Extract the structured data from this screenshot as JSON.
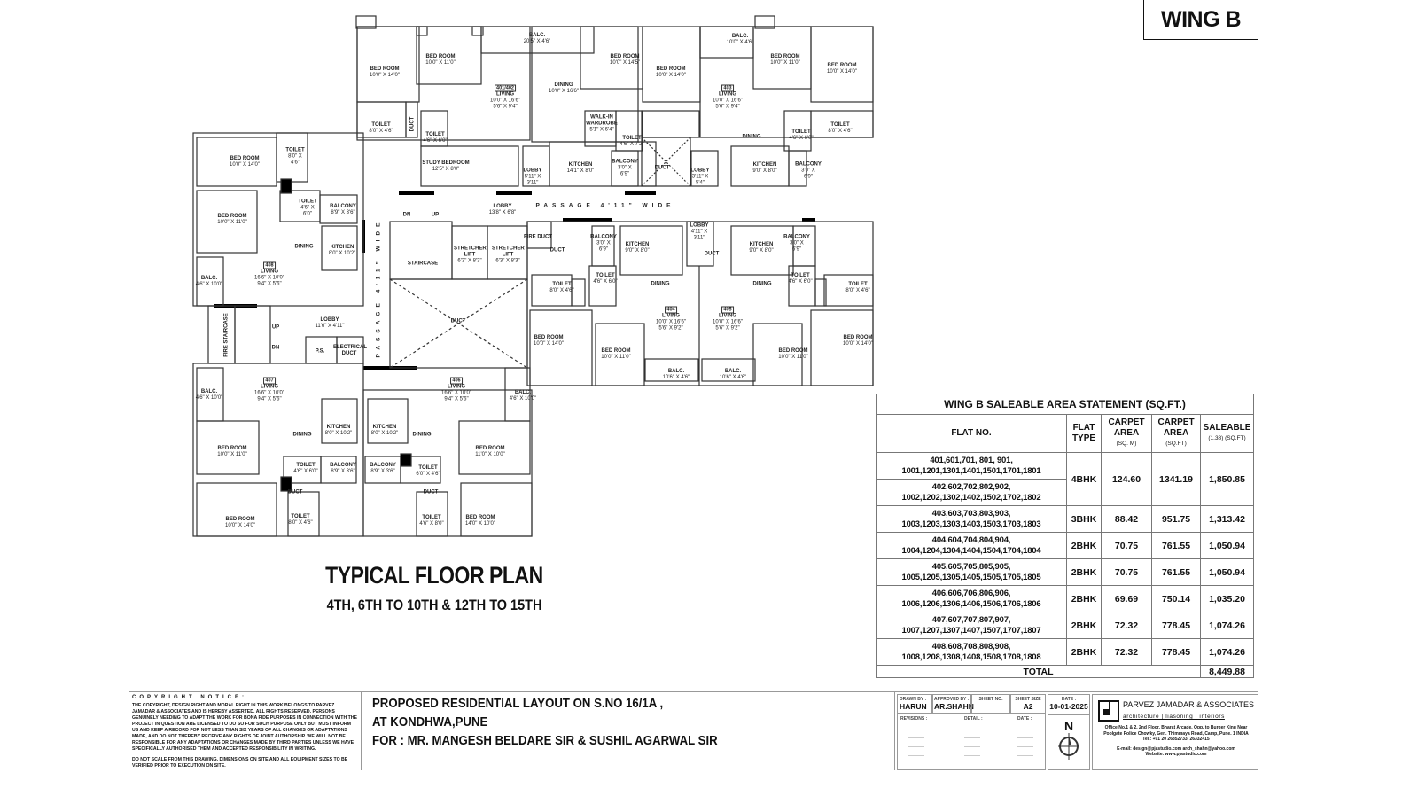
{
  "wing_label": "WING B",
  "floor_plan": {
    "title": "TYPICAL FLOOR PLAN",
    "subtitle": "4TH, 6TH TO 10TH & 12TH TO 15TH",
    "rooms": [
      {
        "name": "BED ROOM",
        "dims": [
          "10'0\" X 14'0\""
        ]
      },
      {
        "name": "BED ROOM",
        "dims": [
          "10'0\" X 11'0\""
        ]
      },
      {
        "name": "BALC.",
        "dims": [
          "20'5\" X 4'6\""
        ]
      },
      {
        "unit": "401/402",
        "name": "LIVING",
        "dims": [
          "10'0\" X 16'6\"",
          "5'6\" X 9'4\""
        ]
      },
      {
        "name": "DINING",
        "dims": [
          "10'0\" X 16'6\""
        ]
      },
      {
        "name": "BED ROOM",
        "dims": [
          "10'0\" X 14'5\""
        ]
      },
      {
        "name": "BED ROOM",
        "dims": [
          "10'0\" X 14'0\""
        ]
      },
      {
        "name": "TOILET",
        "dims": [
          "8'0\" X 4'6\""
        ]
      },
      {
        "name": "DUCT",
        "dims": []
      },
      {
        "name": "TOILET",
        "dims": [
          "4'6\" X 6'0\""
        ]
      },
      {
        "name": "STUDY BEDROOM",
        "dims": [
          "12'5\" X 8'0\""
        ]
      },
      {
        "name": "LOBBY",
        "dims": [
          "5'11\" X",
          "3'11\""
        ]
      },
      {
        "name": "WALK-IN WARDROBE",
        "dims": [
          "5'1\" X 6'4\""
        ]
      },
      {
        "name": "TOILET",
        "dims": [
          "4'6\" X 7'2\""
        ]
      },
      {
        "name": "KITCHEN",
        "dims": [
          "14'1\" X 8'0\""
        ]
      },
      {
        "name": "BALCONY",
        "dims": [
          "3'0\" X",
          "6'9\""
        ]
      },
      {
        "name": "DUCT",
        "dims": []
      },
      {
        "name": "LOBBY",
        "dims": [
          "13'8\" X 6'8\""
        ]
      },
      {
        "name": "BALC.",
        "dims": [
          "10'0\" X 4'6\""
        ]
      },
      {
        "unit": "403",
        "name": "LIVING",
        "dims": [
          "10'0\" X 16'6\"",
          "5'6\" X 9'4\""
        ]
      },
      {
        "name": "BED ROOM",
        "dims": [
          "10'0\" X 11'0\""
        ]
      },
      {
        "name": "BED ROOM",
        "dims": [
          "10'0\" X 14'0\""
        ]
      },
      {
        "name": "TOILET",
        "dims": [
          "4'6\" X 6'0\""
        ]
      },
      {
        "name": "TOILET",
        "dims": [
          "8'0\" X 4'6\""
        ]
      },
      {
        "name": "DINING",
        "dims": []
      },
      {
        "name": "KITCHEN",
        "dims": [
          "9'0\" X 8'0\""
        ]
      },
      {
        "name": "BALCONY",
        "dims": [
          "3'0\" X",
          "6'9\""
        ]
      },
      {
        "name": "LOBBY",
        "dims": [
          "3'11\" X",
          "5'4\""
        ]
      },
      {
        "name": "BED ROOM",
        "dims": [
          "10'0\" X 14'0\""
        ]
      },
      {
        "name": "TOILET",
        "dims": [
          "8'0\" X",
          "4'6\""
        ]
      },
      {
        "name": "TOILET",
        "dims": [
          "4'6\" X",
          "6'0\""
        ]
      },
      {
        "name": "BALCONY",
        "dims": [
          "8'9\" X 3'6\""
        ]
      },
      {
        "name": "BED ROOM",
        "dims": [
          "10'0\" X 11'0\""
        ]
      },
      {
        "name": "DINING",
        "dims": []
      },
      {
        "name": "KITCHEN",
        "dims": [
          "8'0\" X 10'2\""
        ]
      },
      {
        "name": "BALC.",
        "dims": [
          "4'6\" X 10'0\""
        ]
      },
      {
        "unit": "408",
        "name": "LIVING",
        "dims": [
          "16'6\" X 10'0\"",
          "9'4\" X 5'6\""
        ]
      },
      {
        "name": "DN",
        "dims": []
      },
      {
        "name": "UP",
        "dims": []
      },
      {
        "name": "STAIRCASE",
        "dims": []
      },
      {
        "name": "STRETCHER LIFT",
        "dims": [
          "6'3\" X 8'3\""
        ]
      },
      {
        "name": "STRETCHER LIFT",
        "dims": [
          "6'3\" X 8'3\""
        ]
      },
      {
        "name": "FIRE DUCT",
        "dims": []
      },
      {
        "name": "DUCT",
        "dims": []
      },
      {
        "name": "DUCT",
        "dims": []
      },
      {
        "name": "LOBBY",
        "dims": [
          "11'6\" X 4'11\""
        ]
      },
      {
        "name": "P.S.",
        "dims": []
      },
      {
        "name": "ELECTRICAL DUCT",
        "dims": []
      },
      {
        "unit": "407",
        "name": "LIVING",
        "dims": [
          "16'6\" X 10'0\"",
          "9'4\" X 5'6\""
        ]
      },
      {
        "name": "BALC.",
        "dims": [
          "4'6\" X 10'0\""
        ]
      },
      {
        "name": "DINING",
        "dims": []
      },
      {
        "name": "KITCHEN",
        "dims": [
          "8'0\" X 10'2\""
        ]
      },
      {
        "name": "KITCHEN",
        "dims": [
          "8'0\" X 10'2\""
        ]
      },
      {
        "name": "DINING",
        "dims": []
      },
      {
        "name": "BED ROOM",
        "dims": [
          "10'0\" X 11'0\""
        ]
      },
      {
        "name": "TOILET",
        "dims": [
          "4'6\" X 6'0\""
        ]
      },
      {
        "name": "BALCONY",
        "dims": [
          "8'9\" X 3'6\""
        ]
      },
      {
        "name": "BALCONY",
        "dims": [
          "8'9\" X 3'6\""
        ]
      },
      {
        "name": "TOILET",
        "dims": [
          "6'0\" X 4'6\""
        ]
      },
      {
        "name": "BED ROOM",
        "dims": [
          "10'0\" X 14'0\""
        ]
      },
      {
        "name": "TOILET",
        "dims": [
          "8'0\" X 4'6\""
        ]
      },
      {
        "name": "DUCT",
        "dims": []
      },
      {
        "name": "DUCT",
        "dims": []
      },
      {
        "unit": "406",
        "name": "LIVING",
        "dims": [
          "16'6\" X 10'0\"",
          "9'4\" X 5'6\""
        ]
      },
      {
        "name": "BALC.",
        "dims": [
          "4'6\" X 10'0\""
        ]
      },
      {
        "name": "BED ROOM",
        "dims": [
          "11'0\" X 10'0\""
        ]
      },
      {
        "name": "TOILET",
        "dims": [
          "4'6\" X 8'0\""
        ]
      },
      {
        "name": "BED ROOM",
        "dims": [
          "14'0\" X 10'0\""
        ]
      },
      {
        "name": "BALCONY",
        "dims": [
          "3'0\" X",
          "6'9\""
        ]
      },
      {
        "name": "KITCHEN",
        "dims": [
          "9'0\" X 8'0\""
        ]
      },
      {
        "name": "LOBBY",
        "dims": [
          "4'11\" X",
          "3'11\""
        ]
      },
      {
        "name": "DUCT",
        "dims": []
      },
      {
        "name": "KITCHEN",
        "dims": [
          "9'0\" X 8'0\""
        ]
      },
      {
        "name": "BALCONY",
        "dims": [
          "3'0\" X",
          "6'9\""
        ]
      },
      {
        "name": "TOILET",
        "dims": [
          "8'0\" X 4'6\""
        ]
      },
      {
        "name": "TOILET",
        "dims": [
          "4'6\" X 6'0\""
        ]
      },
      {
        "name": "DINING",
        "dims": []
      },
      {
        "name": "DINING",
        "dims": []
      },
      {
        "name": "TOILET",
        "dims": [
          "4'6\" X 6'0\""
        ]
      },
      {
        "name": "TOILET",
        "dims": [
          "8'0\" X 4'6\""
        ]
      },
      {
        "unit": "404",
        "name": "LIVING",
        "dims": [
          "10'0\" X 16'6\"",
          "5'6\" X 9'2\""
        ]
      },
      {
        "unit": "405",
        "name": "LIVING",
        "dims": [
          "10'0\" X 16'6\"",
          "5'6\" X 9'2\""
        ]
      },
      {
        "name": "BED ROOM",
        "dims": [
          "10'0\" X 14'0\""
        ]
      },
      {
        "name": "BED ROOM",
        "dims": [
          "10'0\" X 11'0\""
        ]
      },
      {
        "name": "BED ROOM",
        "dims": [
          "10'0\" X 11'0\""
        ]
      },
      {
        "name": "BED ROOM",
        "dims": [
          "10'0\" X 14'0\""
        ]
      },
      {
        "name": "BALC.",
        "dims": [
          "10'6\" X 4'6\""
        ]
      },
      {
        "name": "BALC.",
        "dims": [
          "10'6\" X 4'6\""
        ]
      },
      {
        "name": "FIRE STAIRCASE",
        "dims": []
      },
      {
        "name": "UP",
        "dims": []
      },
      {
        "name": "DN",
        "dims": []
      }
    ],
    "passage_horizontal": "PASSAGE 4'11\" WIDE",
    "passage_vertical": "PASSAGE 4'11\" WIDE"
  },
  "area_table": {
    "title": "WING B SALEABLE AREA STATEMENT (SQ.FT.)",
    "headers": {
      "flat_no": "FLAT NO.",
      "flat_type": "FLAT TYPE",
      "carpet_sqm": "CARPET AREA",
      "carpet_sqm_unit": "(SQ. M)",
      "carpet_sqft": "CARPET AREA",
      "carpet_sqft_unit": "(SQ.FT)",
      "saleable": "SALEABLE",
      "saleable_unit": "(1.38) (SQ.FT)"
    },
    "rows": [
      {
        "flats": [
          "401,601,701, 801, 901,",
          "1001,1201,1301,1401,1501,1701,1801"
        ],
        "type": "4BHK",
        "sqm": "124.60",
        "sqft": "1341.19",
        "saleable": "1,850.85"
      },
      {
        "flats": [
          "402,602,702,802,902,",
          "1002,1202,1302,1402,1502,1702,1802"
        ],
        "type": "4BHK",
        "sqm": "124.60",
        "sqft": "1341.19",
        "saleable": "1,850.85"
      },
      {
        "flats": [
          "403,603,703,803,903,",
          "1003,1203,1303,1403,1503,1703,1803"
        ],
        "type": "3BHK",
        "sqm": "88.42",
        "sqft": "951.75",
        "saleable": "1,313.42"
      },
      {
        "flats": [
          "404,604,704,804,904,",
          "1004,1204,1304,1404,1504,1704,1804"
        ],
        "type": "2BHK",
        "sqm": "70.75",
        "sqft": "761.55",
        "saleable": "1,050.94"
      },
      {
        "flats": [
          "405,605,705,805,905,",
          "1005,1205,1305,1405,1505,1705,1805"
        ],
        "type": "2BHK",
        "sqm": "70.75",
        "sqft": "761.55",
        "saleable": "1,050.94"
      },
      {
        "flats": [
          "406,606,706,806,906,",
          "1006,1206,1306,1406,1506,1706,1806"
        ],
        "type": "2BHK",
        "sqm": "69.69",
        "sqft": "750.14",
        "saleable": "1,035.20"
      },
      {
        "flats": [
          "407,607,707,807,907,",
          "1007,1207,1307,1407,1507,1707,1807"
        ],
        "type": "2BHK",
        "sqm": "72.32",
        "sqft": "778.45",
        "saleable": "1,074.26"
      },
      {
        "flats": [
          "408,608,708,808,908,",
          "1008,1208,1308,1408,1508,1708,1808"
        ],
        "type": "2BHK",
        "sqm": "72.32",
        "sqft": "778.45",
        "saleable": "1,074.26"
      }
    ],
    "total_label": "TOTAL",
    "total_value": "8,449.88"
  },
  "title_block": {
    "copyright_heading": "COPYRIGHT NOTICE:",
    "copyright_text": "THE COPYRIGHT, DESIGN RIGHT AND MORAL RIGHT IN THIS WORK BELONGS TO PARVEZ JAMADAR & ASSOCIATES AND IS HEREBY ASSERTED. ALL RIGHTS RESERVED. PERSONS GENUINELY NEEDING TO ADAPT THE WORK FOR BONA FIDE PURPOSES IN CONNECTION WITH THE PROJECT IN QUESTION ARE LICENSED TO DO SO FOR SUCH PURPOSE ONLY BUT MUST INFORM US AND KEEP A RECORD FOR NOT LESS THAN SIX YEARS OF ALL CHANGES OR ADAPTATIONS MADE, AND DO NOT THEREBY RECEIVE ANY RIGHTS OF JOINT AUTHORSHIP. WE WILL NOT BE RESPONSIBLE FOR ANY ADAPTATIONS OR CHANGES MADE BY THIRD PARTIES UNLESS WE HAVE SPECIFICALLY AUTHORISED THEM AND ACCEPTED RESPONSIBILITY IN WRITING.",
    "scale_note": "DO NOT SCALE FROM THIS DRAWING. DIMENSIONS ON SITE AND ALL EQUIPMENT SIZES TO BE VERIFIED PRIOR TO EXECUTION ON SITE.",
    "project_line1": "PROPOSED RESIDENTIAL LAYOUT ON S.NO 16/1A ,",
    "project_line2": "AT KONDHWA,PUNE",
    "project_line3": "FOR : MR. MANGESH BELDARE SIR & SUSHIL AGARWAL SIR",
    "drawn_by_label": "DRAWN BY :",
    "drawn_by": "HARUN",
    "approved_by_label": "APPROVED BY :",
    "approved_by": "AR.SHAHN",
    "sheet_no_label": "SHEET NO.",
    "sheet_no": "",
    "sheet_size_label": "SHEET SIZE",
    "sheet_size": "A2",
    "date_label": "DATE :",
    "date": "10-01-2025",
    "revisions_label": "REVISIONS :",
    "detail_label": "DETAIL :",
    "rev_date_label": "DATE :",
    "placeholder": "---------",
    "north": "N",
    "firm_name": "PARVEZ JAMADAR & ASSOCIATES",
    "firm_services": "architecture | liasoning | interiors",
    "address": "Office No.1 & 2, 2nd Floor, Bharat Arcade, Opp. to Burger King Near Poolgate Police Chowky, Gen. Thimmaya Road, Camp, Pune. 1 INDIA",
    "tel": "Tel.: +91 20 26352733, 26332415",
    "email": "E-mail: design@pjastudio.com  arch_shahn@yahoo.com",
    "website": "Website: www.pjastudio.com"
  }
}
